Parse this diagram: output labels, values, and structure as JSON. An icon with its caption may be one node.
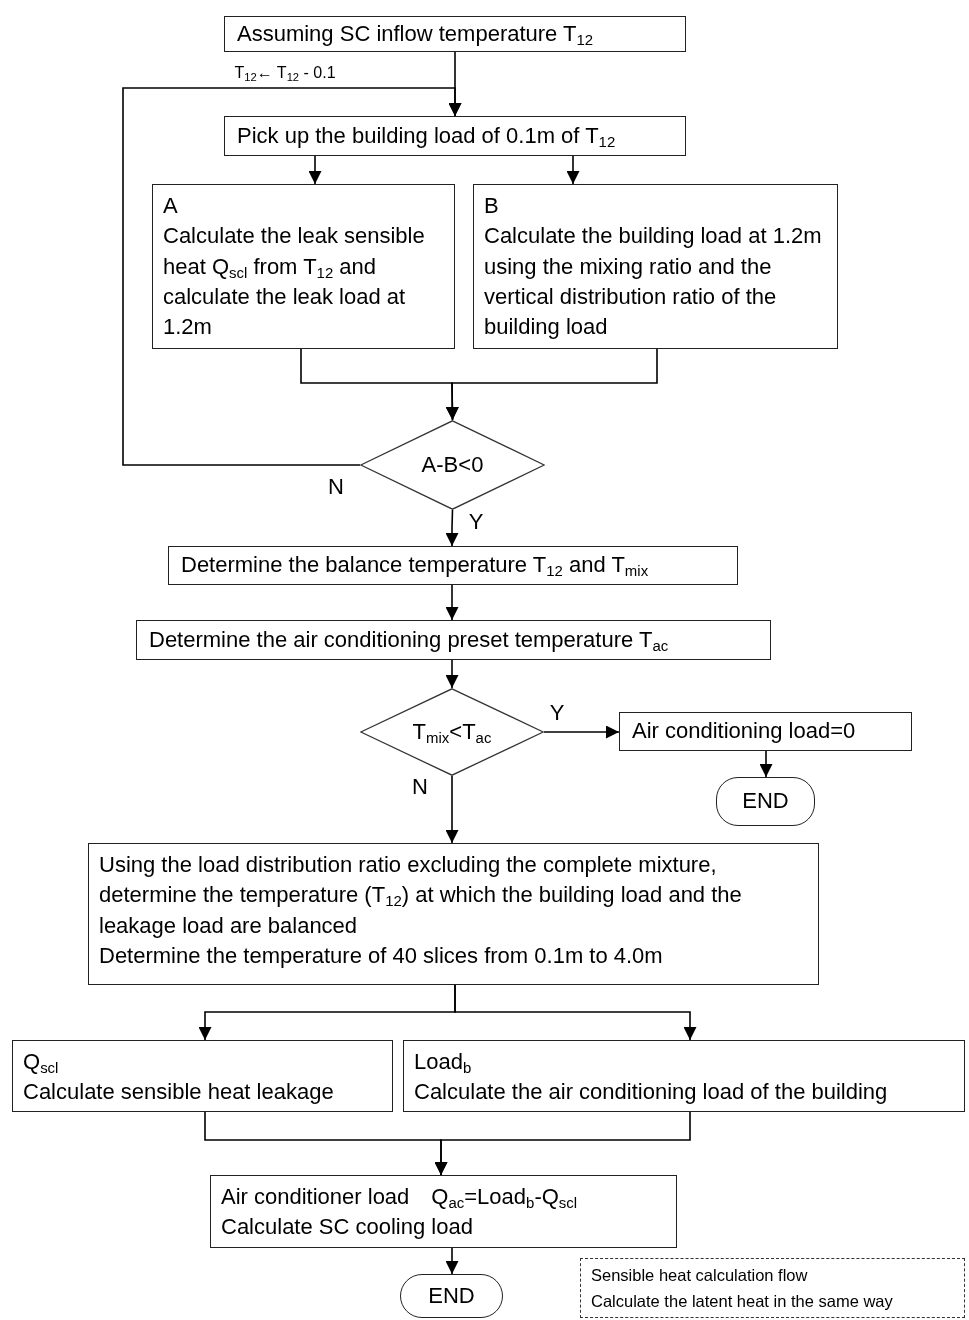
{
  "diagram": {
    "nodes": [
      {
        "text": [
          "Assuming SC inflow temperature T$_{12}$"
        ]
      },
      {
        "text": [
          "Pick up the building load of 0.1m of T$_{12}$"
        ]
      },
      {
        "text": [
          "A",
          "Calculate the leak sensible heat Q$_{scl}$ from T$_{12}$ and calculate the leak load at 1.2m"
        ]
      },
      {
        "text": [
          "B",
          "Calculate the building load at 1.2m using the mixing ratio and the vertical distribution ratio of the building load"
        ]
      },
      {
        "text": [
          "A-B<0"
        ]
      },
      {
        "text": [
          "Determine the balance temperature T$_{12}$ and T$_{mix}$"
        ]
      },
      {
        "text": [
          "Determine the air conditioning preset temperature T$_{ac}$"
        ]
      },
      {
        "text": [
          "T$_{mix}$<T$_{ac}$"
        ]
      },
      {
        "text": [
          "Air conditioning load=0"
        ]
      },
      {
        "text": [
          "END"
        ]
      },
      {
        "text": [
          "Using the load distribution ratio excluding the complete mixture, determine the temperature (T$_{12}$) at which the building load and the leakage load are balanced",
          "Determine the temperature of 40 slices from 0.1m to 4.0m"
        ]
      },
      {
        "text": [
          "Q$_{scl}$",
          "Calculate sensible heat leakage"
        ]
      },
      {
        "text": [
          "Load$_{b}$",
          "Calculate the air conditioning load of the building"
        ]
      },
      {
        "text": [
          "Air conditioner load　Q$_{ac}$=Load$_{b}$-Q$_{scl}$",
          "Calculate SC cooling load"
        ]
      },
      {
        "text": [
          "END"
        ]
      },
      {
        "text": [
          "Sensible heat calculation flow",
          "Calculate the latent heat in the same way"
        ]
      }
    ],
    "edges": [
      {
        "from": 0,
        "to": 1,
        "arrow": "to"
      },
      {
        "from": 4,
        "to": 1,
        "arrow": "to",
        "label": "T$_{12}$← T$_{12}$ - 0.1"
      },
      {
        "from": 1,
        "to": 2,
        "arrow": "to"
      },
      {
        "from": 1,
        "to": 3,
        "arrow": "to"
      },
      {
        "from": 2,
        "to": 4,
        "arrow": "to"
      },
      {
        "from": 3,
        "to": 4,
        "arrow": "to"
      },
      {
        "from": 4,
        "to": 5,
        "arrow": "to",
        "label": "Y"
      },
      {
        "from": 5,
        "to": 6,
        "arrow": "to"
      },
      {
        "from": 6,
        "to": 7,
        "arrow": "to"
      },
      {
        "from": 7,
        "to": 8,
        "arrow": "to",
        "label": "Y"
      },
      {
        "from": 8,
        "to": 9,
        "arrow": "to"
      },
      {
        "from": 7,
        "to": 10,
        "arrow": "to",
        "label": "N"
      },
      {
        "from": 10,
        "to": 11,
        "arrow": "to"
      },
      {
        "from": 10,
        "to": 12,
        "arrow": "to"
      },
      {
        "from": 11,
        "to": 13,
        "arrow": "to"
      },
      {
        "from": 12,
        "to": 13,
        "arrow": "to"
      },
      {
        "from": 13,
        "to": 14,
        "arrow": "to"
      }
    ],
    "labels": [
      "N"
    ]
  }
}
